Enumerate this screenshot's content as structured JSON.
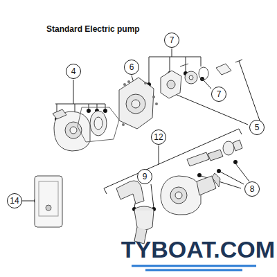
{
  "diagram": {
    "title": "Standard Electric pump",
    "labels": [
      "4",
      "6",
      "7",
      "7",
      "5",
      "12",
      "9",
      "8",
      "14",
      "TYBOAT.COM"
    ]
  }
}
